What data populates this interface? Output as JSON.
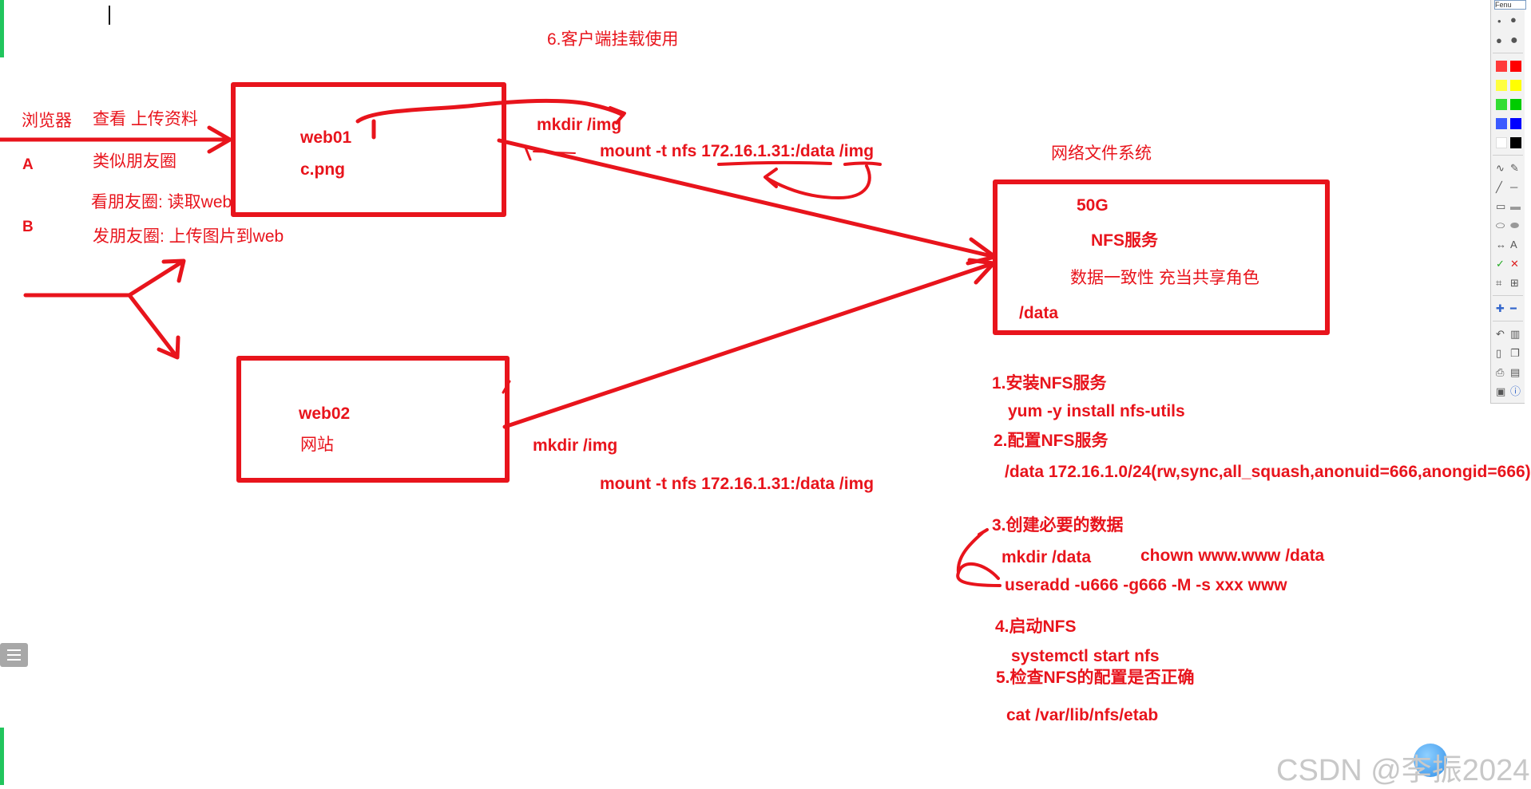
{
  "texts": {
    "client_mount": "6.客户端挂载使用",
    "browser": "浏览器",
    "view_upload": "查看 上传资料",
    "label_a": "A",
    "moments_like": "类似朋友圈",
    "label_b": "B",
    "read_moments": "看朋友圈: 读取web",
    "post_moments": "发朋友圈: 上传图片到web",
    "web01": "web01",
    "cpng": "c.png",
    "mkdir_img_1": "mkdir /img",
    "mount_1": "mount -t nfs 172.16.1.31:/data  /img",
    "web02": "web02",
    "website": "网站",
    "mkdir_img_2": "mkdir /img",
    "mount_2": "mount -t nfs 172.16.1.31:/data  /img",
    "network_fs": "网络文件系统",
    "nfs_50g": "50G",
    "nfs_service": "NFS服务",
    "consistency": "数据一致性  充当共享角色",
    "nfs_data": "/data",
    "step1": "1.安装NFS服务",
    "step1_cmd": "yum -y install nfs-utils",
    "step2": "2.配置NFS服务",
    "step2_cmd": "/data  172.16.1.0/24(rw,sync,all_squash,anonuid=666,anongid=666)",
    "step3": "3.创建必要的数据",
    "mkdir_data": "mkdir /data",
    "chown": "chown www.www /data",
    "useradd": "useradd -u666 -g666 -M -s xxx  www",
    "step4": "4.启动NFS",
    "systemctl": "systemctl start nfs",
    "step5": "5.检查NFS的配置是否正确",
    "cat_etab": "cat /var/lib/nfs/etab"
  },
  "watermark": "CSDN @李振2024",
  "palette": {
    "font_field": "Fenu",
    "colors": [
      "#ff3b3b",
      "#ff0000",
      "#ffff40",
      "#ffff00",
      "#33dd33",
      "#00cc00",
      "#3b5bff",
      "#0000ff",
      "#ffffff",
      "#000000"
    ]
  },
  "colors": {
    "ink": "#e8141c",
    "accent_bar": "#21c55d"
  }
}
